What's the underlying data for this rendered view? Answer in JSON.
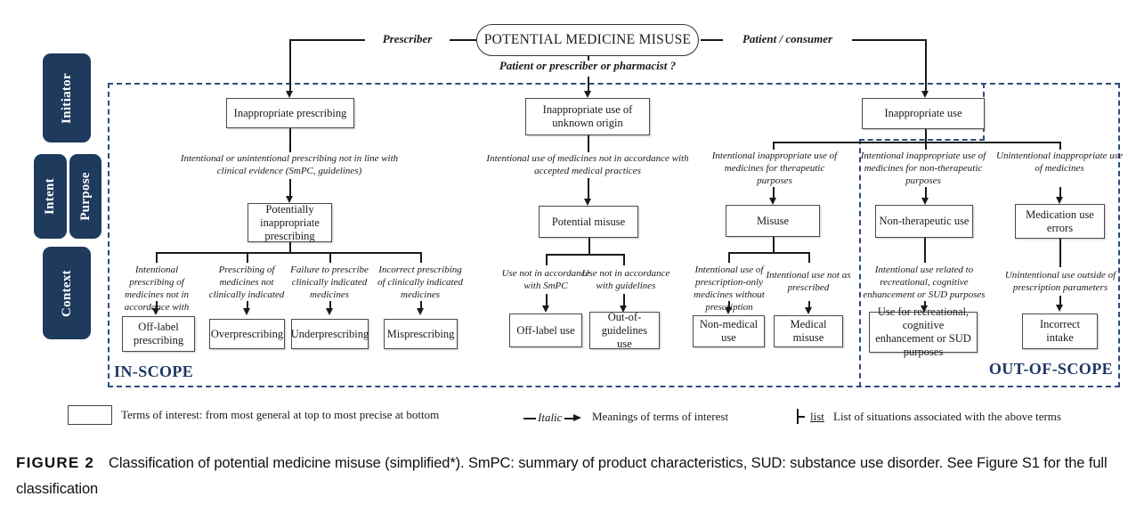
{
  "diagram": {
    "root_label": "POTENTIAL MEDICINE MISUSE",
    "prescriber_label": "Prescriber",
    "patient_label": "Patient / consumer",
    "question": "Patient or prescriber or pharmacist ?",
    "rows": {
      "initiator": "Initiator",
      "intent": "Intent",
      "purpose": "Purpose",
      "context": "Context"
    },
    "scope_in": "IN-SCOPE",
    "scope_out": "OUT-OF-SCOPE",
    "b1": {
      "initiator": "Inappropriate prescribing",
      "meaning": "Intentional or unintentional prescribing not in line with clinical evidence (SmPC, guidelines)",
      "purpose": "Potentially inappropriate prescribing",
      "children": [
        {
          "meaning": "Intentional prescribing of medicines not in accordance with SmPC",
          "term": "Off-label prescribing"
        },
        {
          "meaning": "Prescribing of medicines not clinically indicated",
          "term": "Overprescribing"
        },
        {
          "meaning": "Failure to prescribe clinically indicated medicines",
          "term": "Underprescribing"
        },
        {
          "meaning": "Incorrect prescribing of clinically indicated medicines",
          "term": "Misprescribing"
        }
      ]
    },
    "b2": {
      "initiator": "Inappropriate use of unknown origin",
      "meaning": "Intentional use of medicines not in accordance with accepted medical practices",
      "purpose": "Potential misuse",
      "children": [
        {
          "meaning": "Use not in accordance with SmPC",
          "term": "Off-label use"
        },
        {
          "meaning": "Use not in accordance with guidelines",
          "term": "Out-of-guidelines use"
        }
      ]
    },
    "b3": {
      "initiator": "Inappropriate use",
      "sub": [
        {
          "meaning": "Intentional inappropriate use of medicines for therapeutic purposes",
          "purpose": "Misuse",
          "children": [
            {
              "meaning": "Intentional use of prescription-only medicines without prescription",
              "term": "Non-medical use"
            },
            {
              "meaning": "Intentional use not as prescribed",
              "term": "Medical misuse"
            }
          ]
        },
        {
          "meaning": "Intentional inappropriate use of medicines for non-therapeutic purposes",
          "purpose": "Non-therapeutic use",
          "children": [
            {
              "meaning": "Intentional use related to recreational, cognitive enhancement or SUD purposes",
              "term": "Use for recreational, cognitive enhancement or SUD purposes"
            }
          ]
        },
        {
          "meaning": "Unintentional inappropriate use of medicines",
          "purpose": "Medication use errors",
          "children": [
            {
              "meaning": "Unintentional use outside of prescription parameters",
              "term": "Incorrect intake"
            }
          ]
        }
      ]
    }
  },
  "legend": {
    "terms": "Terms of interest: from most general at top to most precise at bottom",
    "italic_word": "Italic",
    "italic_desc": "Meanings of terms of interest",
    "list_word": "list",
    "list_desc": "List of situations associated with the above terms"
  },
  "caption": {
    "tag": "FIGURE 2",
    "text": "Classification of potential medicine misuse (simplified*). SmPC: summary of product characteristics, SUD: substance use disorder. See Figure S1 for the full classification"
  },
  "colors": {
    "navy_box": "#1e3a5c",
    "dash_border": "#2e4d7b",
    "scope_label": "#1f3864"
  }
}
